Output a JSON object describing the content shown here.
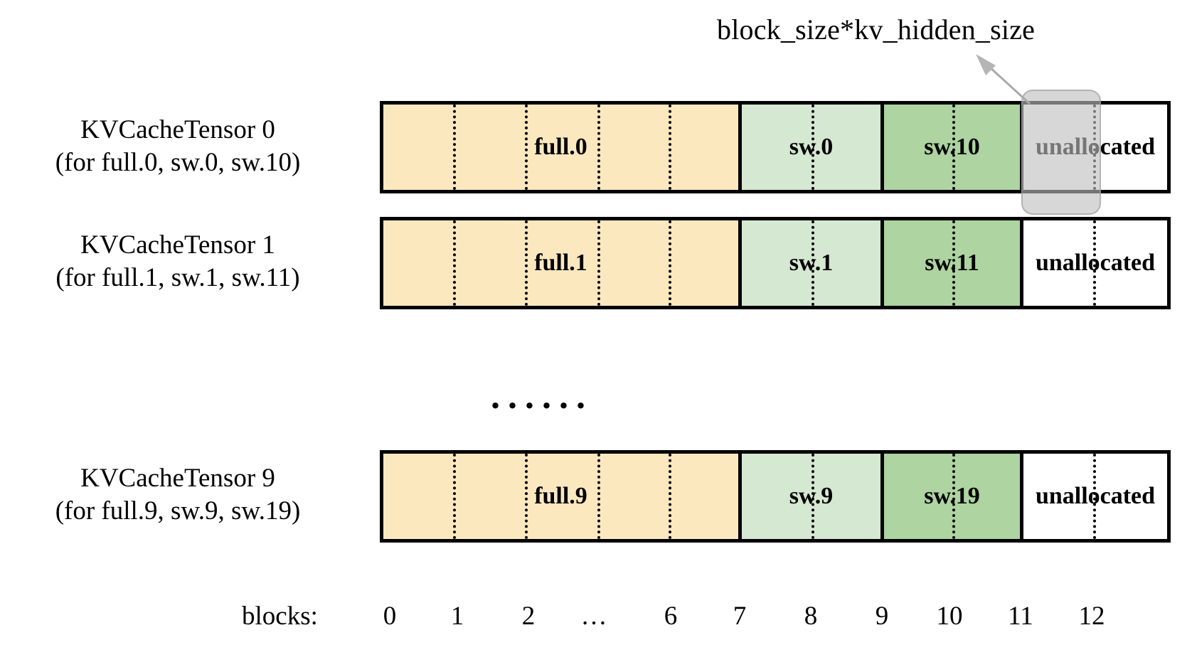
{
  "diagram": {
    "callout": {
      "label": "block_size*kv_hidden_size",
      "target_block": "11"
    },
    "ellipsis": "......",
    "rows": [
      {
        "id": "tensor-0",
        "label_line1": "KVCacheTensor 0",
        "label_line2": "(for full.0, sw.0, sw.10)",
        "segments": [
          {
            "name": "full",
            "text": "full.0",
            "kind": "full",
            "blocks": 7
          },
          {
            "name": "sw-low",
            "text": "sw.0",
            "kind": "sw",
            "blocks": 2
          },
          {
            "name": "sw-high",
            "text": "sw.10",
            "kind": "sw2",
            "blocks": 2
          },
          {
            "name": "unallocated",
            "text": "unallocated",
            "kind": "un",
            "blocks": 2
          }
        ]
      },
      {
        "id": "tensor-1",
        "label_line1": "KVCacheTensor 1",
        "label_line2": "(for full.1, sw.1, sw.11)",
        "segments": [
          {
            "name": "full",
            "text": "full.1",
            "kind": "full",
            "blocks": 7
          },
          {
            "name": "sw-low",
            "text": "sw.1",
            "kind": "sw",
            "blocks": 2
          },
          {
            "name": "sw-high",
            "text": "sw.11",
            "kind": "sw2",
            "blocks": 2
          },
          {
            "name": "unallocated",
            "text": "unallocated",
            "kind": "un",
            "blocks": 2
          }
        ]
      },
      {
        "id": "tensor-9",
        "label_line1": "KVCacheTensor 9",
        "label_line2": "(for full.9, sw.9, sw.19)",
        "segments": [
          {
            "name": "full",
            "text": "full.9",
            "kind": "full",
            "blocks": 7
          },
          {
            "name": "sw-low",
            "text": "sw.9",
            "kind": "sw",
            "blocks": 2
          },
          {
            "name": "sw-high",
            "text": "sw.19",
            "kind": "sw2",
            "blocks": 2
          },
          {
            "name": "unallocated",
            "text": "unallocated",
            "kind": "un",
            "blocks": 2
          }
        ]
      }
    ],
    "axis": {
      "caption": "blocks:",
      "ticks": [
        "0",
        "1",
        "2",
        "…",
        "6",
        "7",
        "8",
        "9",
        "10",
        "11",
        "12"
      ]
    },
    "colors": {
      "full": "#fce8bf",
      "sw_low": "#d5e8d1",
      "sw_high": "#aed4a1",
      "unallocated": "#ffffff",
      "outline": "#000000",
      "highlight": "#bebebe",
      "arrow": "#aaaaaa"
    }
  }
}
